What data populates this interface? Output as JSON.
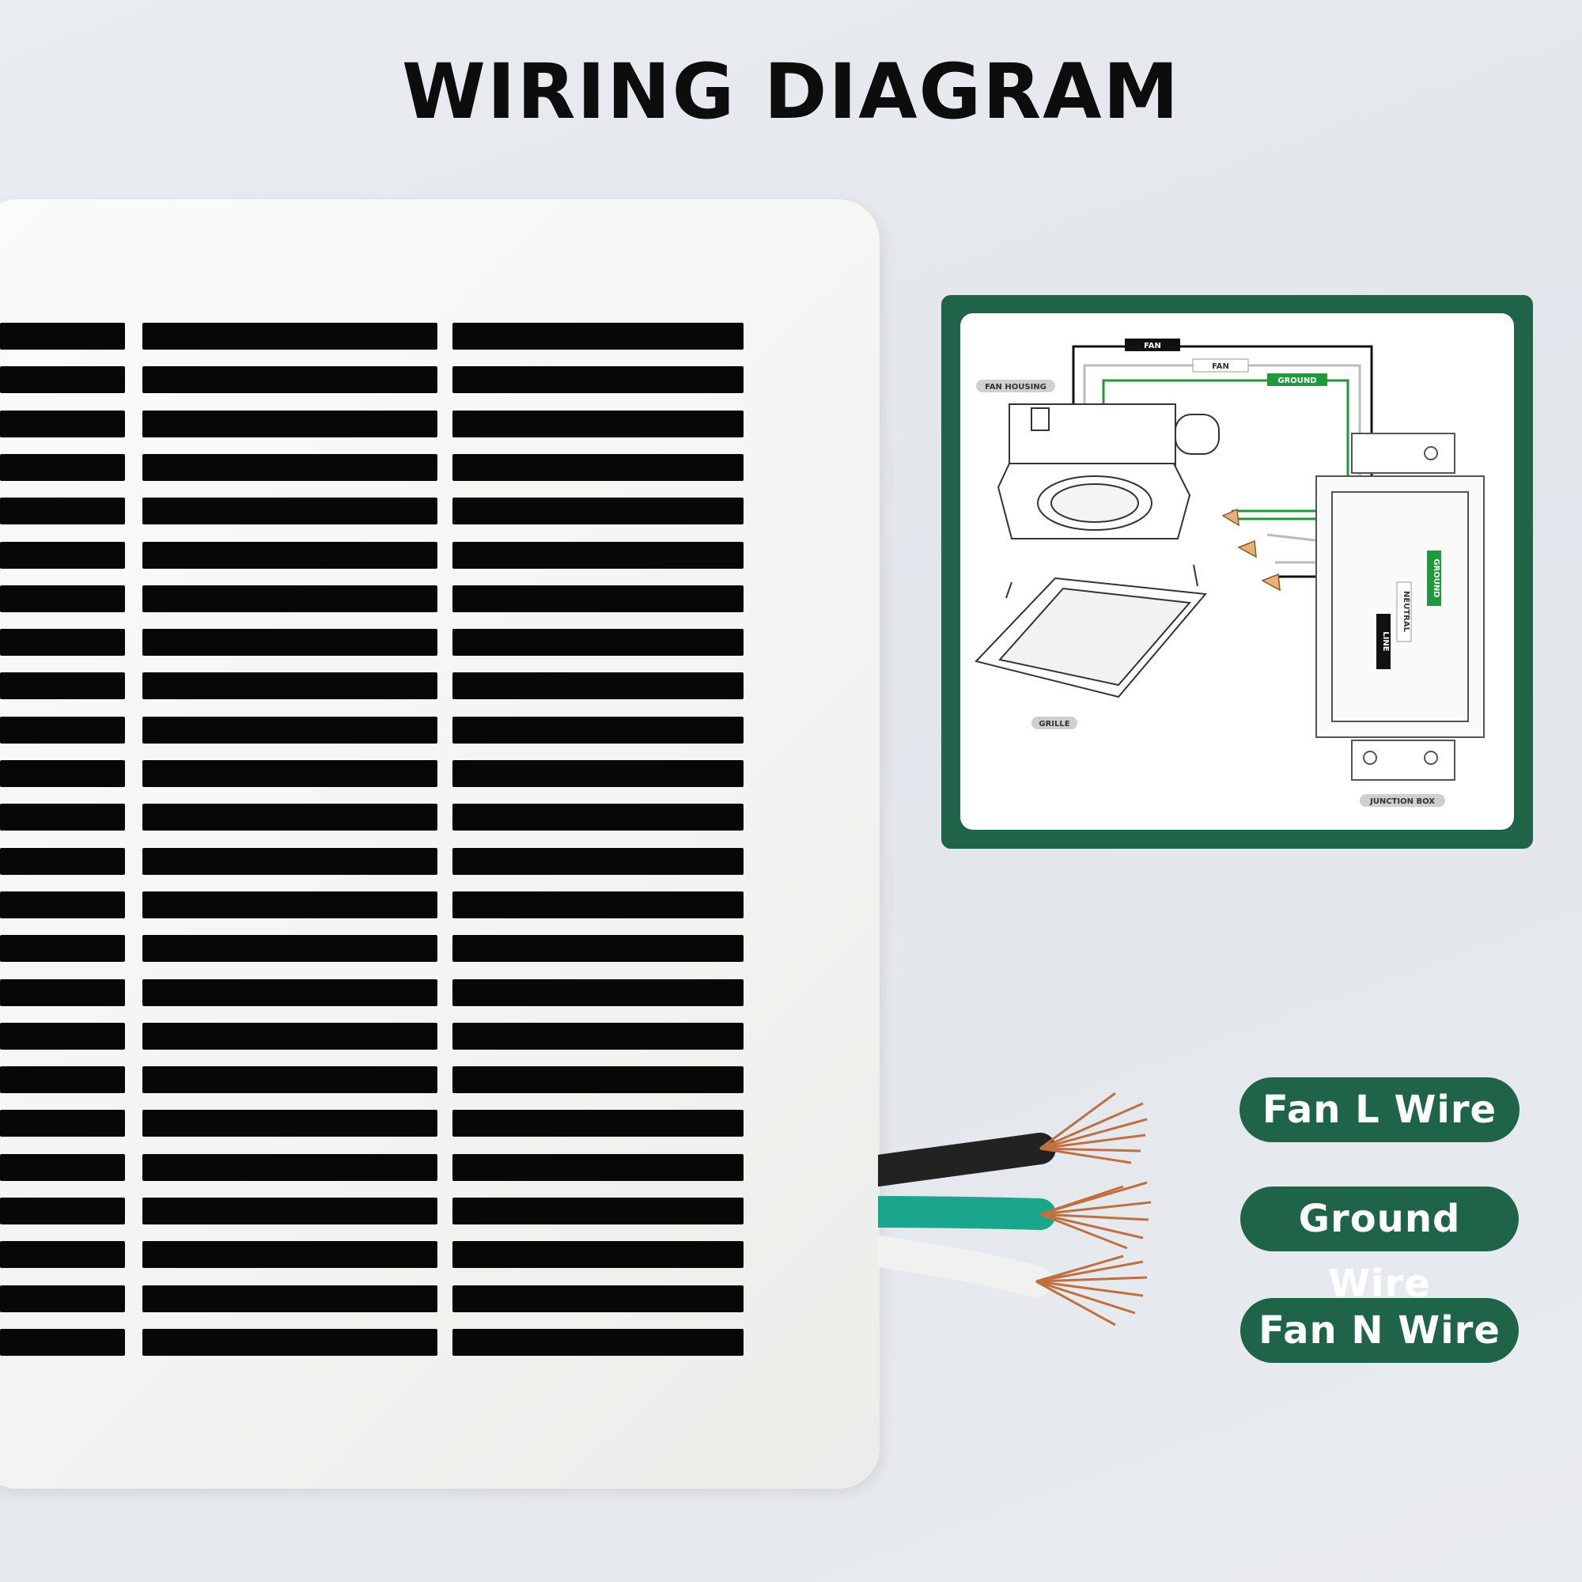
{
  "title": "WIRING DIAGRAM",
  "diagram": {
    "labels": {
      "fan_top": "FAN",
      "fan_second": "FAN",
      "ground_top": "GROUND",
      "fan_housing": "FAN HOUSING",
      "ground_side": "GROUND",
      "neutral": "NEUTRAL",
      "line": "LINE",
      "grille": "GRILLE",
      "junction_box": "JUNCTION BOX"
    },
    "colors": {
      "frame": "#1f6448",
      "ground_wire": "#1e9a3c",
      "fan_wire": "#111111",
      "neutral_wire": "#bbbbbb"
    }
  },
  "wire_labels": {
    "line": "Fan L Wire",
    "ground": "Ground Wire",
    "neutral": "Fan N Wire"
  },
  "wire_colors": {
    "line": "#222222",
    "ground": "#1aa68c",
    "neutral": "#f1f1f1",
    "copper": "#c0703f"
  }
}
